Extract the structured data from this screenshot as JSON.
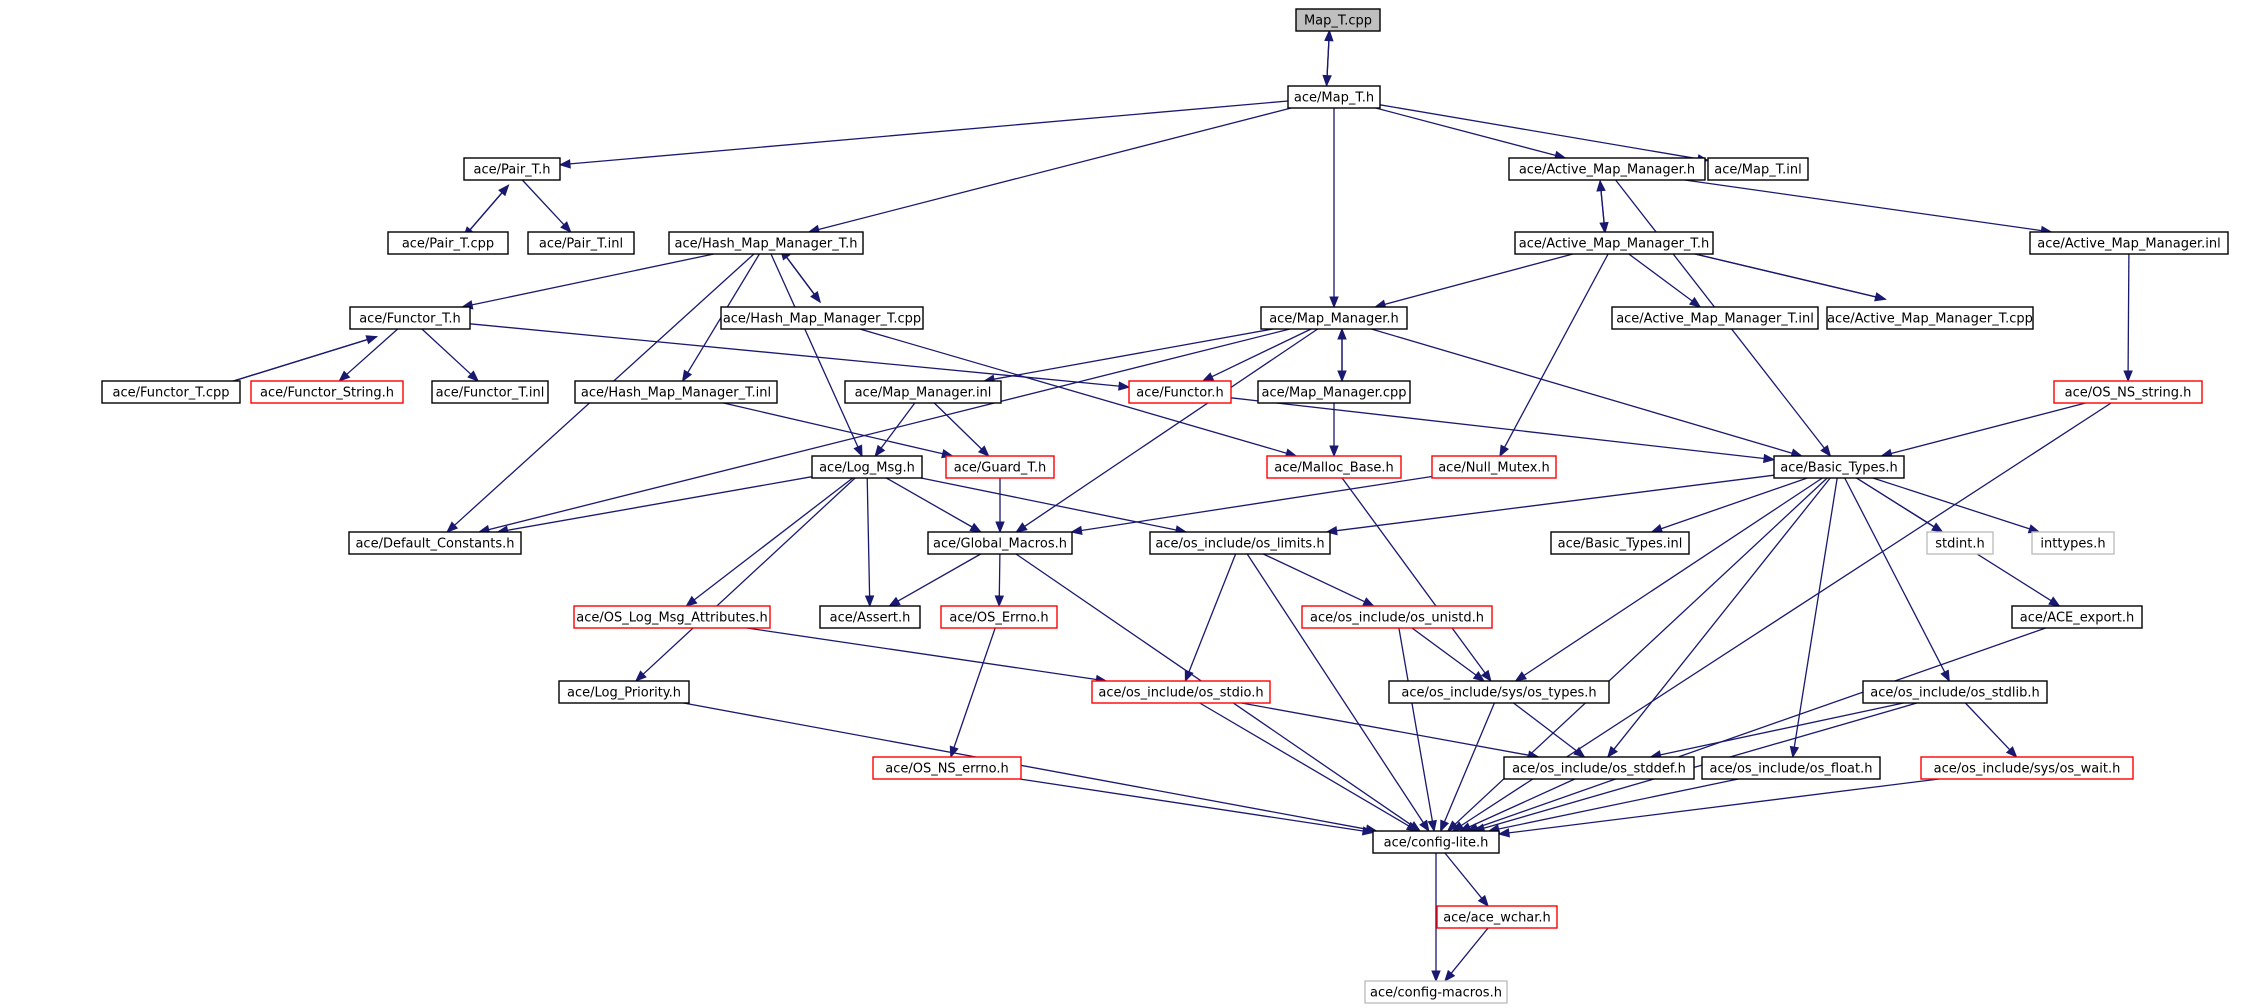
{
  "colors": {
    "edge": "#191970",
    "root_fill": "#bfbfbf",
    "normal_border": "#000000",
    "incomplete_border": "#ff0000",
    "missing_border": "#bfbfbf"
  },
  "nodes": [
    {
      "id": "map_t_cpp",
      "label": "Map_T.cpp",
      "kind": "root"
    },
    {
      "id": "map_t_h",
      "label": "ace/Map_T.h",
      "kind": "normal"
    },
    {
      "id": "pair_t_h",
      "label": "ace/Pair_T.h",
      "kind": "normal"
    },
    {
      "id": "active_map_manager_h",
      "label": "ace/Active_Map_Manager.h",
      "kind": "normal"
    },
    {
      "id": "map_t_inl",
      "label": "ace/Map_T.inl",
      "kind": "normal"
    },
    {
      "id": "pair_t_cpp",
      "label": "ace/Pair_T.cpp",
      "kind": "normal"
    },
    {
      "id": "pair_t_inl",
      "label": "ace/Pair_T.inl",
      "kind": "normal"
    },
    {
      "id": "hash_map_manager_t_h",
      "label": "ace/Hash_Map_Manager_T.h",
      "kind": "normal"
    },
    {
      "id": "active_map_manager_t_h",
      "label": "ace/Active_Map_Manager_T.h",
      "kind": "normal"
    },
    {
      "id": "active_map_manager_inl",
      "label": "ace/Active_Map_Manager.inl",
      "kind": "normal"
    },
    {
      "id": "functor_t_h",
      "label": "ace/Functor_T.h",
      "kind": "normal"
    },
    {
      "id": "hash_map_manager_t_cpp",
      "label": "ace/Hash_Map_Manager_T.cpp",
      "kind": "normal"
    },
    {
      "id": "map_manager_h",
      "label": "ace/Map_Manager.h",
      "kind": "normal"
    },
    {
      "id": "active_map_manager_t_inl",
      "label": "ace/Active_Map_Manager_T.inl",
      "kind": "normal"
    },
    {
      "id": "active_map_manager_t_cpp",
      "label": "ace/Active_Map_Manager_T.cpp",
      "kind": "normal"
    },
    {
      "id": "functor_t_cpp",
      "label": "ace/Functor_T.cpp",
      "kind": "normal"
    },
    {
      "id": "functor_string_h",
      "label": "ace/Functor_String.h",
      "kind": "incomplete"
    },
    {
      "id": "functor_t_inl",
      "label": "ace/Functor_T.inl",
      "kind": "normal"
    },
    {
      "id": "hash_map_manager_t_inl",
      "label": "ace/Hash_Map_Manager_T.inl",
      "kind": "normal"
    },
    {
      "id": "map_manager_inl",
      "label": "ace/Map_Manager.inl",
      "kind": "normal"
    },
    {
      "id": "functor_h",
      "label": "ace/Functor.h",
      "kind": "incomplete"
    },
    {
      "id": "map_manager_cpp",
      "label": "ace/Map_Manager.cpp",
      "kind": "normal"
    },
    {
      "id": "os_ns_string_h",
      "label": "ace/OS_NS_string.h",
      "kind": "incomplete"
    },
    {
      "id": "log_msg_h",
      "label": "ace/Log_Msg.h",
      "kind": "normal"
    },
    {
      "id": "guard_t_h",
      "label": "ace/Guard_T.h",
      "kind": "incomplete"
    },
    {
      "id": "malloc_base_h",
      "label": "ace/Malloc_Base.h",
      "kind": "incomplete"
    },
    {
      "id": "null_mutex_h",
      "label": "ace/Null_Mutex.h",
      "kind": "incomplete"
    },
    {
      "id": "basic_types_h",
      "label": "ace/Basic_Types.h",
      "kind": "normal"
    },
    {
      "id": "default_constants_h",
      "label": "ace/Default_Constants.h",
      "kind": "normal"
    },
    {
      "id": "global_macros_h",
      "label": "ace/Global_Macros.h",
      "kind": "normal"
    },
    {
      "id": "os_limits_h",
      "label": "ace/os_include/os_limits.h",
      "kind": "normal"
    },
    {
      "id": "basic_types_inl",
      "label": "ace/Basic_Types.inl",
      "kind": "normal"
    },
    {
      "id": "stdint_h",
      "label": "stdint.h",
      "kind": "missing"
    },
    {
      "id": "inttypes_h",
      "label": "inttypes.h",
      "kind": "missing"
    },
    {
      "id": "os_log_msg_attributes_h",
      "label": "ace/OS_Log_Msg_Attributes.h",
      "kind": "incomplete"
    },
    {
      "id": "assert_h",
      "label": "ace/Assert.h",
      "kind": "normal"
    },
    {
      "id": "os_errno_h",
      "label": "ace/OS_Errno.h",
      "kind": "incomplete"
    },
    {
      "id": "os_unistd_h",
      "label": "ace/os_include/os_unistd.h",
      "kind": "incomplete"
    },
    {
      "id": "ace_export_h",
      "label": "ace/ACE_export.h",
      "kind": "normal"
    },
    {
      "id": "log_priority_h",
      "label": "ace/Log_Priority.h",
      "kind": "normal"
    },
    {
      "id": "os_stdio_h",
      "label": "ace/os_include/os_stdio.h",
      "kind": "incomplete"
    },
    {
      "id": "sys_os_types_h",
      "label": "ace/os_include/sys/os_types.h",
      "kind": "normal"
    },
    {
      "id": "os_stdlib_h",
      "label": "ace/os_include/os_stdlib.h",
      "kind": "normal"
    },
    {
      "id": "os_ns_errno_h",
      "label": "ace/OS_NS_errno.h",
      "kind": "incomplete"
    },
    {
      "id": "os_stddef_h",
      "label": "ace/os_include/os_stddef.h",
      "kind": "normal"
    },
    {
      "id": "os_float_h",
      "label": "ace/os_include/os_float.h",
      "kind": "normal"
    },
    {
      "id": "sys_os_wait_h",
      "label": "ace/os_include/sys/os_wait.h",
      "kind": "incomplete"
    },
    {
      "id": "config_lite_h",
      "label": "ace/config-lite.h",
      "kind": "normal"
    },
    {
      "id": "ace_wchar_h",
      "label": "ace/ace_wchar.h",
      "kind": "incomplete"
    },
    {
      "id": "config_macros_h",
      "label": "ace/config-macros.h",
      "kind": "missing"
    }
  ],
  "edges": [
    [
      "map_t_cpp",
      "map_t_h"
    ],
    [
      "map_t_h",
      "map_t_cpp"
    ],
    [
      "map_t_h",
      "pair_t_h"
    ],
    [
      "map_t_h",
      "hash_map_manager_t_h"
    ],
    [
      "map_t_h",
      "map_manager_h"
    ],
    [
      "map_t_h",
      "active_map_manager_h"
    ],
    [
      "map_t_h",
      "map_t_inl"
    ],
    [
      "pair_t_h",
      "pair_t_cpp"
    ],
    [
      "pair_t_cpp",
      "pair_t_h"
    ],
    [
      "pair_t_h",
      "pair_t_inl"
    ],
    [
      "hash_map_manager_t_h",
      "functor_t_h"
    ],
    [
      "hash_map_manager_t_h",
      "hash_map_manager_t_cpp"
    ],
    [
      "hash_map_manager_t_cpp",
      "hash_map_manager_t_h"
    ],
    [
      "hash_map_manager_t_h",
      "hash_map_manager_t_inl"
    ],
    [
      "hash_map_manager_t_h",
      "log_msg_h"
    ],
    [
      "hash_map_manager_t_h",
      "default_constants_h"
    ],
    [
      "hash_map_manager_t_cpp",
      "malloc_base_h"
    ],
    [
      "functor_t_h",
      "functor_t_cpp"
    ],
    [
      "functor_t_cpp",
      "functor_t_h"
    ],
    [
      "functor_t_h",
      "functor_string_h"
    ],
    [
      "functor_t_h",
      "functor_t_inl"
    ],
    [
      "functor_t_h",
      "functor_h"
    ],
    [
      "functor_h",
      "basic_types_h"
    ],
    [
      "hash_map_manager_t_inl",
      "guard_t_h"
    ],
    [
      "active_map_manager_h",
      "active_map_manager_t_h"
    ],
    [
      "active_map_manager_t_h",
      "active_map_manager_h"
    ],
    [
      "active_map_manager_h",
      "active_map_manager_inl"
    ],
    [
      "active_map_manager_h",
      "basic_types_h"
    ],
    [
      "active_map_manager_t_h",
      "map_manager_h"
    ],
    [
      "active_map_manager_t_h",
      "active_map_manager_t_inl"
    ],
    [
      "active_map_manager_t_h",
      "active_map_manager_t_cpp"
    ],
    [
      "active_map_manager_t_cpp",
      "active_map_manager_t_h"
    ],
    [
      "active_map_manager_t_h",
      "null_mutex_h"
    ],
    [
      "active_map_manager_inl",
      "os_ns_string_h"
    ],
    [
      "os_ns_string_h",
      "basic_types_h"
    ],
    [
      "os_ns_string_h",
      "config_lite_h"
    ],
    [
      "map_manager_h",
      "map_manager_inl"
    ],
    [
      "map_manager_h",
      "map_manager_cpp"
    ],
    [
      "map_manager_cpp",
      "map_manager_h"
    ],
    [
      "map_manager_h",
      "functor_h"
    ],
    [
      "map_manager_h",
      "basic_types_h"
    ],
    [
      "map_manager_h",
      "global_macros_h"
    ],
    [
      "map_manager_h",
      "default_constants_h"
    ],
    [
      "map_manager_cpp",
      "malloc_base_h"
    ],
    [
      "map_manager_inl",
      "log_msg_h"
    ],
    [
      "map_manager_inl",
      "guard_t_h"
    ],
    [
      "guard_t_h",
      "global_macros_h"
    ],
    [
      "null_mutex_h",
      "global_macros_h"
    ],
    [
      "malloc_base_h",
      "sys_os_types_h"
    ],
    [
      "log_msg_h",
      "default_constants_h"
    ],
    [
      "log_msg_h",
      "global_macros_h"
    ],
    [
      "log_msg_h",
      "os_limits_h"
    ],
    [
      "log_msg_h",
      "os_log_msg_attributes_h"
    ],
    [
      "log_msg_h",
      "assert_h"
    ],
    [
      "log_msg_h",
      "log_priority_h"
    ],
    [
      "global_macros_h",
      "assert_h"
    ],
    [
      "global_macros_h",
      "os_errno_h"
    ],
    [
      "global_macros_h",
      "config_lite_h"
    ],
    [
      "os_errno_h",
      "os_ns_errno_h"
    ],
    [
      "os_log_msg_attributes_h",
      "os_stdio_h"
    ],
    [
      "log_priority_h",
      "config_lite_h"
    ],
    [
      "os_limits_h",
      "os_unistd_h"
    ],
    [
      "os_limits_h",
      "os_stdio_h"
    ],
    [
      "os_limits_h",
      "config_lite_h"
    ],
    [
      "os_unistd_h",
      "sys_os_types_h"
    ],
    [
      "os_unistd_h",
      "config_lite_h"
    ],
    [
      "basic_types_h",
      "os_limits_h"
    ],
    [
      "basic_types_h",
      "basic_types_inl"
    ],
    [
      "basic_types_h",
      "stdint_h"
    ],
    [
      "basic_types_h",
      "inttypes_h"
    ],
    [
      "basic_types_h",
      "ace_export_h"
    ],
    [
      "basic_types_h",
      "sys_os_types_h"
    ],
    [
      "basic_types_h",
      "os_stddef_h"
    ],
    [
      "basic_types_h",
      "os_float_h"
    ],
    [
      "basic_types_h",
      "os_stdlib_h"
    ],
    [
      "basic_types_h",
      "config_lite_h"
    ],
    [
      "ace_export_h",
      "config_lite_h"
    ],
    [
      "os_stdio_h",
      "os_stddef_h"
    ],
    [
      "os_stdio_h",
      "config_lite_h"
    ],
    [
      "sys_os_types_h",
      "os_stddef_h"
    ],
    [
      "sys_os_types_h",
      "config_lite_h"
    ],
    [
      "os_stdlib_h",
      "os_stddef_h"
    ],
    [
      "os_stdlib_h",
      "sys_os_wait_h"
    ],
    [
      "os_stdlib_h",
      "config_lite_h"
    ],
    [
      "sys_os_wait_h",
      "config_lite_h"
    ],
    [
      "os_ns_errno_h",
      "config_lite_h"
    ],
    [
      "os_stddef_h",
      "config_lite_h"
    ],
    [
      "os_float_h",
      "config_lite_h"
    ],
    [
      "config_lite_h",
      "ace_wchar_h"
    ],
    [
      "config_lite_h",
      "config_macros_h"
    ],
    [
      "ace_wchar_h",
      "config_macros_h"
    ]
  ]
}
